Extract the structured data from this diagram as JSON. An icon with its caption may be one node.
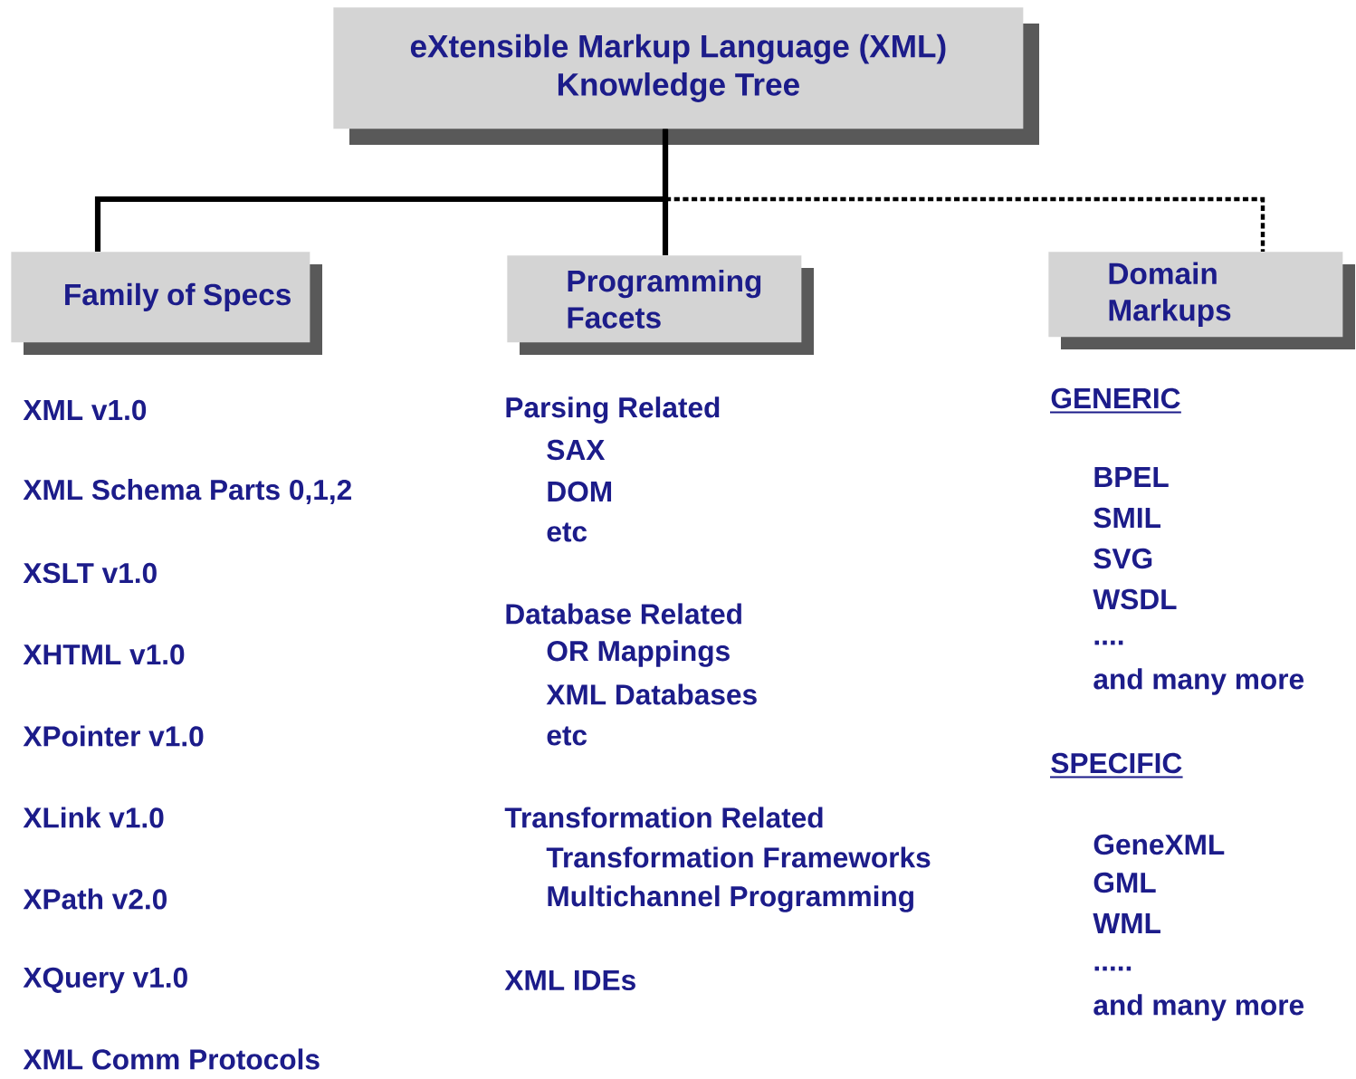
{
  "diagram": {
    "nodes": [
      {
        "text": [
          "eXtensible Markup Language (XML) Knowledge Tree"
        ]
      },
      {
        "text": [
          "Family of Specs"
        ]
      },
      {
        "text": [
          "Programming Facets"
        ]
      },
      {
        "text": [
          "Domain Markups"
        ]
      }
    ],
    "edges": [
      {
        "from": 0,
        "to": 1,
        "arrow": "none"
      },
      {
        "from": 0,
        "to": 2,
        "arrow": "none"
      },
      {
        "from": 0,
        "to": 3,
        "arrow": "none",
        "style": "dashed"
      }
    ],
    "labels": [
      "XML v1.0",
      "XML Schema Parts 0,1,2",
      "XSLT v1.0",
      "XHTML v1.0",
      "XPointer v1.0",
      "XLink v1.0",
      "XPath v2.0",
      "XQuery v1.0",
      "XML Comm Protocols",
      "Parsing Related",
      "SAX",
      "DOM",
      "etc",
      "Database Related",
      "OR Mappings",
      "XML Databases",
      "etc",
      "Transformation Related",
      "Transformation Frameworks",
      "Multichannel Programming",
      "XML IDEs",
      "GENERIC",
      "BPEL",
      "SMIL",
      "SVG",
      "WSDL",
      "....",
      "and many more",
      "SPECIFIC",
      "GeneXML",
      "GML",
      "WML",
      ".....",
      "and many more"
    ]
  }
}
